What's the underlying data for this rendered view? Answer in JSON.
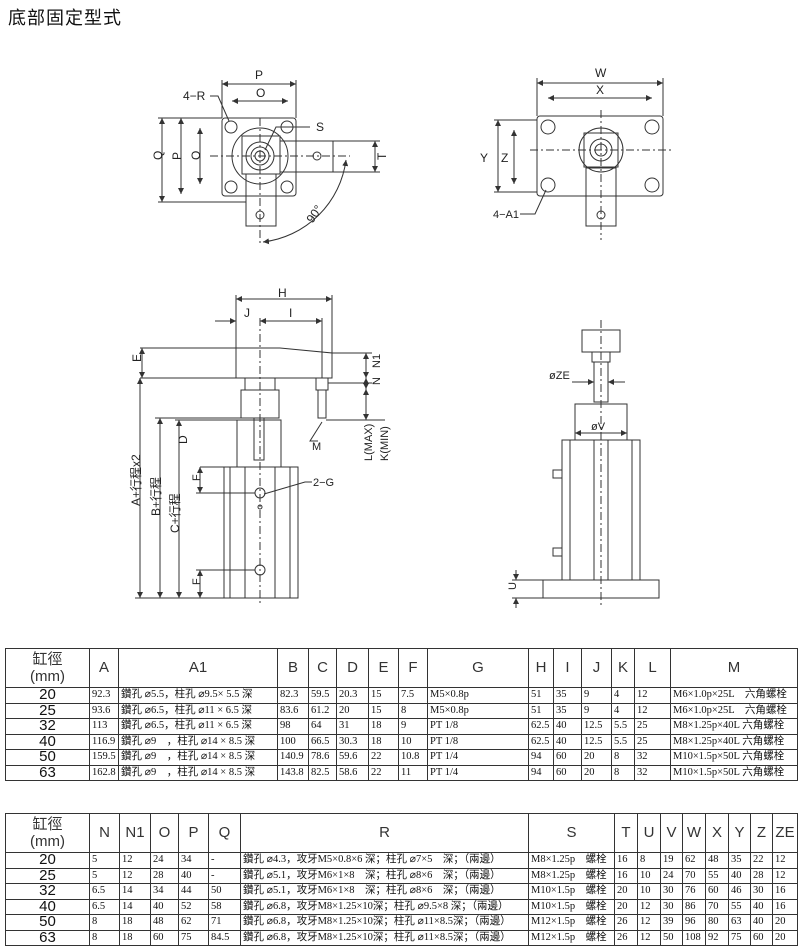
{
  "title": "底部固定型式",
  "drawing_labels": {
    "top_left": {
      "P": "P",
      "O": "O",
      "R": "4−R",
      "S": "S",
      "Q": "Q",
      "P2": "P",
      "O2": "O",
      "T": "T",
      "angle": "90°"
    },
    "top_right": {
      "W": "W",
      "X": "X",
      "Y": "Y",
      "Z": "Z",
      "A1": "4−A1"
    },
    "side": {
      "H": "H",
      "J": "J",
      "I": "I",
      "E": "E",
      "N1": "N1",
      "N": "N",
      "M": "M",
      "L": "L(MAX)",
      "K": "K(MIN)",
      "D": "D",
      "F1": "F",
      "F2": "F",
      "G": "2−G",
      "A": "A+行程x2",
      "B": "B+行程",
      "C": "C+行程"
    },
    "front": {
      "ZE": "øZE",
      "V": "øV",
      "U": "U"
    }
  },
  "table1": {
    "headers": [
      "缸徑\n(mm)",
      "A",
      "A1",
      "B",
      "C",
      "D",
      "E",
      "F",
      "G",
      "H",
      "I",
      "J",
      "K",
      "L",
      "M"
    ],
    "rows": [
      [
        "20",
        "92.3",
        "鑽孔 ⌀5.5，柱孔 ⌀9.5× 5.5 深",
        "82.3",
        "59.5",
        "20.3",
        "15",
        "7.5",
        "M5×0.8p",
        "51",
        "35",
        "9",
        "4",
        "12",
        "M6×1.0p×25L　六角螺栓"
      ],
      [
        "25",
        "93.6",
        "鑽孔 ⌀6.5，柱孔 ⌀11 × 6.5 深",
        "83.6",
        "61.2",
        "20",
        "15",
        "8",
        "M5×0.8p",
        "51",
        "35",
        "9",
        "4",
        "12",
        "M6×1.0p×25L　六角螺栓"
      ],
      [
        "32",
        "113",
        "鑽孔 ⌀6.5，柱孔 ⌀11 × 6.5 深",
        "98",
        "64",
        "31",
        "18",
        "9",
        "PT 1/8",
        "62.5",
        "40",
        "12.5",
        "5.5",
        "25",
        "M8×1.25p×40L 六角螺栓"
      ],
      [
        "40",
        "116.9",
        "鑽孔 ⌀9　，柱孔 ⌀14 × 8.5 深",
        "100",
        "66.5",
        "30.3",
        "18",
        "10",
        "PT 1/8",
        "62.5",
        "40",
        "12.5",
        "5.5",
        "25",
        "M8×1.25p×40L 六角螺栓"
      ],
      [
        "50",
        "159.5",
        "鑽孔 ⌀9　，柱孔 ⌀14 × 8.5 深",
        "140.9",
        "78.6",
        "59.6",
        "22",
        "10.8",
        "PT 1/4",
        "94",
        "60",
        "20",
        "8",
        "32",
        "M10×1.5p×50L 六角螺栓"
      ],
      [
        "63",
        "162.8",
        "鑽孔 ⌀9　，柱孔 ⌀14 × 8.5 深",
        "143.8",
        "82.5",
        "58.6",
        "22",
        "11",
        "PT 1/4",
        "94",
        "60",
        "20",
        "8",
        "32",
        "M10×1.5p×50L 六角螺栓"
      ]
    ]
  },
  "table2": {
    "headers": [
      "缸徑\n(mm)",
      "N",
      "N1",
      "O",
      "P",
      "Q",
      "R",
      "S",
      "T",
      "U",
      "V",
      "W",
      "X",
      "Y",
      "Z",
      "ZE"
    ],
    "rows": [
      [
        "20",
        "5",
        "12",
        "24",
        "34",
        "-",
        "鑽孔 ⌀4.3，攻牙M5×0.8×6 深；柱孔 ⌀7×5　深；（兩邊）",
        "M8×1.25p　螺栓",
        "16",
        "8",
        "19",
        "62",
        "48",
        "35",
        "22",
        "12"
      ],
      [
        "25",
        "5",
        "12",
        "28",
        "40",
        "-",
        "鑽孔 ⌀5.1，攻牙M6×1×8　深；柱孔 ⌀8×6　深；（兩邊）",
        "M8×1.25p　螺栓",
        "16",
        "10",
        "24",
        "70",
        "55",
        "40",
        "28",
        "12"
      ],
      [
        "32",
        "6.5",
        "14",
        "34",
        "44",
        "50",
        "鑽孔 ⌀5.1，攻牙M6×1×8　深；柱孔 ⌀8×6　深；（兩邊）",
        "M10×1.5p　螺栓",
        "20",
        "10",
        "30",
        "76",
        "60",
        "46",
        "30",
        "16"
      ],
      [
        "40",
        "6.5",
        "14",
        "40",
        "52",
        "58",
        "鑽孔 ⌀6.8，攻牙M8×1.25×10深；柱孔 ⌀9.5×8 深；（兩邊）",
        "M10×1.5p　螺栓",
        "20",
        "12",
        "30",
        "86",
        "70",
        "55",
        "40",
        "16"
      ],
      [
        "50",
        "8",
        "18",
        "48",
        "62",
        "71",
        "鑽孔 ⌀6.8，攻牙M8×1.25×10深；柱孔 ⌀11×8.5深；（兩邊）",
        "M12×1.5p　螺栓",
        "26",
        "12",
        "39",
        "96",
        "80",
        "63",
        "40",
        "20"
      ],
      [
        "63",
        "8",
        "18",
        "60",
        "75",
        "84.5",
        "鑽孔 ⌀6.8，攻牙M8×1.25×10深；柱孔 ⌀11×8.5深；（兩邊）",
        "M12×1.5p　螺栓",
        "26",
        "12",
        "50",
        "108",
        "92",
        "75",
        "60",
        "20"
      ]
    ]
  }
}
